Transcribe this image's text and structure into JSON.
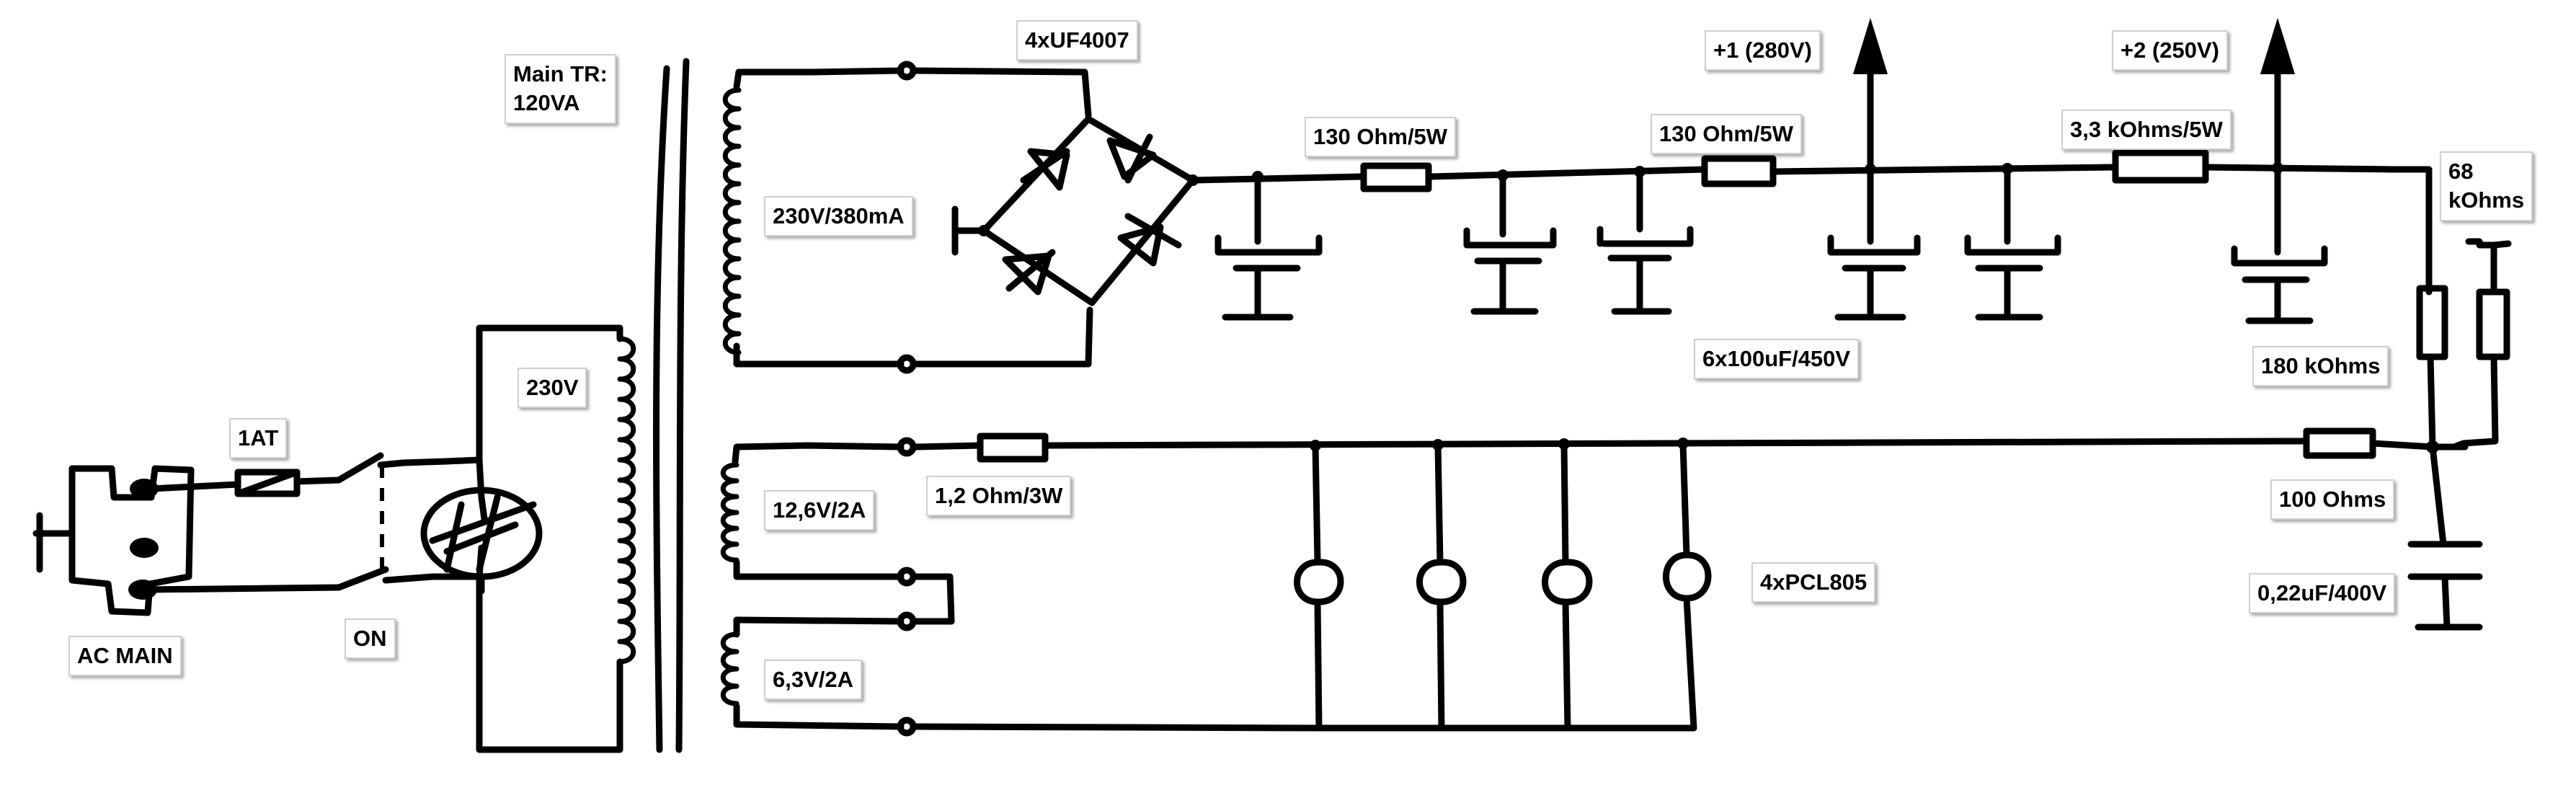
{
  "labels": {
    "bridge_diodes": "4xUF4007",
    "main_transformer": "Main TR:\n120VA",
    "b1_output": "+1 (280V)",
    "b2_output": "+2 (250V)",
    "resistor_r1": "130 Ohm/5W",
    "resistor_r2": "130 Ohm/5W",
    "resistor_r3": "3,3 kOhms/5W",
    "resistor_68k": "68\nkOhms",
    "secondary_hv": "230V/380mA",
    "capacitors": "6x100uF/450V",
    "resistor_180k": "180 kOhms",
    "primary": "230V",
    "fuse": "1AT",
    "secondary_12v": "12,6V/2A",
    "resistor_heater": "1,2 Ohm/3W",
    "resistor_100": "100 Ohms",
    "tubes": "4xPCL805",
    "capacitor_022": "0,22uF/400V",
    "secondary_6v": "6,3V/2A",
    "ac_main": "AC MAIN",
    "switch_on": "ON"
  }
}
